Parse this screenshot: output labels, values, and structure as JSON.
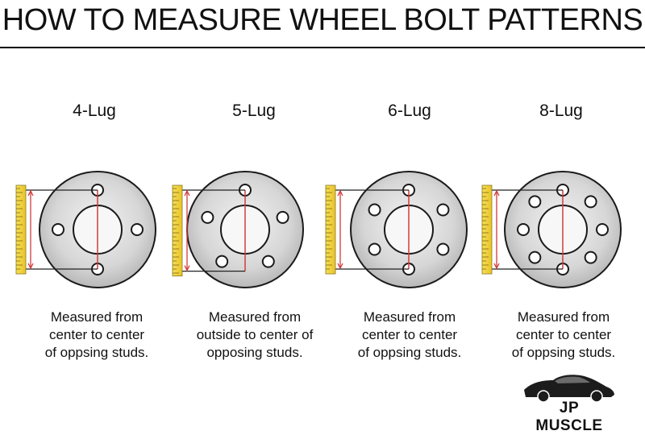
{
  "title": "HOW TO MEASURE WHEEL BOLT PATTERNS",
  "patterns": [
    {
      "label": "4-Lug",
      "caption": [
        "Measured from",
        "center to center",
        "of oppsing studs."
      ]
    },
    {
      "label": "5-Lug",
      "caption": [
        "Measured from",
        "outside to center of",
        "opposing studs."
      ]
    },
    {
      "label": "6-Lug",
      "caption": [
        "Measured from",
        "center to center",
        "of oppsing studs."
      ]
    },
    {
      "label": "8-Lug",
      "caption": [
        "Measured from",
        "center to center",
        "of oppsing studs."
      ]
    }
  ],
  "logo": {
    "text": "JP MUSCLE"
  },
  "colors": {
    "rotor_fill": "#d9d9d9",
    "rotor_stroke": "#1a1a1a",
    "measure_line": "#d33a3a",
    "ruler": "#f2d13a"
  }
}
